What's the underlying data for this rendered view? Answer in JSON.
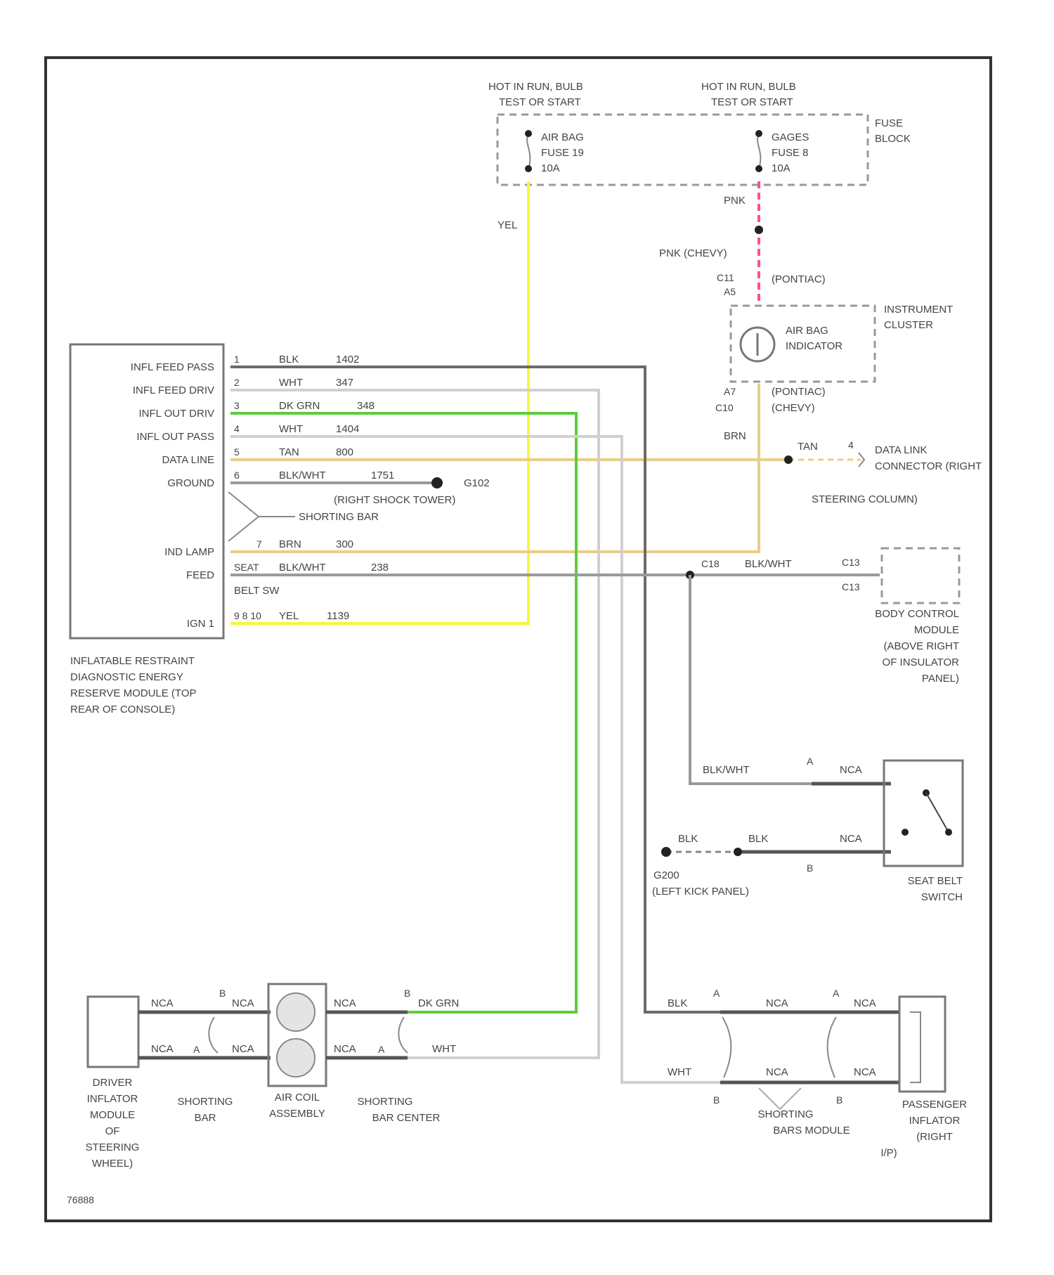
{
  "colors": {
    "blk": "#6b6b6b",
    "wht": "#d0d0d0",
    "dk_grn": "#5ecc3c",
    "yel": "#f6f63a",
    "tan": "#e6cf86",
    "pnk": "#ff4f87",
    "frame": "#333333"
  },
  "power": {
    "left_source": [
      "HOT IN RUN, BULB",
      "TEST OR START"
    ],
    "right_source": [
      "HOT IN RUN, BULB",
      "TEST OR START"
    ],
    "fuse_left": [
      "AIR BAG",
      "FUSE 19",
      "10A"
    ],
    "fuse_right": [
      "GAGES",
      "FUSE 8",
      "10A"
    ],
    "fuse_block": [
      "FUSE",
      "BLOCK"
    ]
  },
  "wire_labels": {
    "yel_vertical": "YEL",
    "pnk": "PNK",
    "pnk_chevy": "PNK (CHEVY)",
    "pontiac_top": "(PONTIAC)",
    "c11_a5": [
      "C11",
      "A5"
    ],
    "c10_a7": [
      "A7",
      "C10"
    ],
    "pontiac_chevy": [
      "(PONTIAC)",
      "(CHEVY)"
    ],
    "brn": "BRN"
  },
  "cluster": {
    "indicator": [
      "AIR BAG",
      "INDICATOR"
    ],
    "title": [
      "INSTRUMENT",
      "CLUSTER"
    ]
  },
  "module": {
    "pins": [
      {
        "name": "INFL FEED PASS",
        "num": "1",
        "color": "BLK",
        "circuit": "1402"
      },
      {
        "name": "INFL FEED DRIV",
        "num": "2",
        "color": "WHT",
        "circuit": "347"
      },
      {
        "name": "INFL OUT DRIV",
        "num": "3",
        "color": "DK GRN",
        "circuit": "348"
      },
      {
        "name": "INFL OUT PASS",
        "num": "4",
        "color": "WHT",
        "circuit": "1404"
      },
      {
        "name": "DATA LINE",
        "num": "5",
        "color": "TAN",
        "circuit": "800"
      },
      {
        "name": "GROUND",
        "num": "6",
        "color": "BLK/WHT",
        "circuit": "1751"
      },
      {
        "name": "IND LAMP",
        "num": "7",
        "color": "BRN",
        "circuit": "300"
      },
      {
        "name": "FEED",
        "num": "SEAT",
        "color": "BLK/WHT",
        "circuit": "238"
      },
      {
        "name": "IGN 1",
        "num": "9 8 10",
        "color": "YEL",
        "circuit": "1139"
      }
    ],
    "belt_sw": "BELT SW",
    "shorting_bar": "SHORTING BAR",
    "ground": [
      "G102",
      "(RIGHT SHOCK TOWER)"
    ],
    "title": [
      "INFLATABLE RESTRAINT",
      "DIAGNOSTIC ENERGY",
      "RESERVE MODULE (TOP",
      "REAR OF CONSOLE)"
    ]
  },
  "dlc": {
    "wire": "TAN",
    "pin": "4",
    "title": [
      "DATA LINK",
      "CONNECTOR (RIGHT",
      "STEERING COLUMN)"
    ]
  },
  "bcm": {
    "c18": "C18",
    "wire": "BLK/WHT",
    "c13a": "C13",
    "c13b": "C13",
    "title": [
      "BODY CONTROL",
      "MODULE",
      "(ABOVE RIGHT",
      "OF INSULATOR",
      "PANEL)"
    ]
  },
  "seat_belt": {
    "wire_top": "BLK/WHT",
    "pin_a": "A",
    "nca_top": "NCA",
    "blk1": "BLK",
    "blk2": "BLK",
    "nca_bottom": "NCA",
    "pin_b": "B",
    "ground": [
      "G200",
      "(LEFT KICK PANEL)"
    ],
    "title": [
      "SEAT BELT",
      "SWITCH"
    ]
  },
  "driver": {
    "nca": "NCA",
    "pin_b1": "B",
    "pin_a1": "A",
    "pin_b2": "B",
    "pin_a2": "A",
    "dk_grn": "DK GRN",
    "wht": "WHT",
    "inflator": [
      "DRIVER",
      "INFLATOR",
      "MODULE",
      "OF",
      "STEERING",
      "WHEEL)"
    ],
    "shorting_bar": [
      "SHORTING",
      "BAR"
    ],
    "coil": [
      "AIR COIL",
      "ASSEMBLY"
    ],
    "shorting_bar_center": [
      "SHORTING",
      "BAR CENTER"
    ]
  },
  "passenger": {
    "blk": "BLK",
    "wht": "WHT",
    "nca": "NCA",
    "pin_a1": "A",
    "pin_a2": "A",
    "pin_b1": "B",
    "pin_b2": "B",
    "shorting_bars": [
      "SHORTING",
      "BARS MODULE"
    ],
    "inflator": [
      "PASSENGER",
      "INFLATOR",
      "(RIGHT",
      "I/P)"
    ]
  },
  "figure_id": "76888"
}
